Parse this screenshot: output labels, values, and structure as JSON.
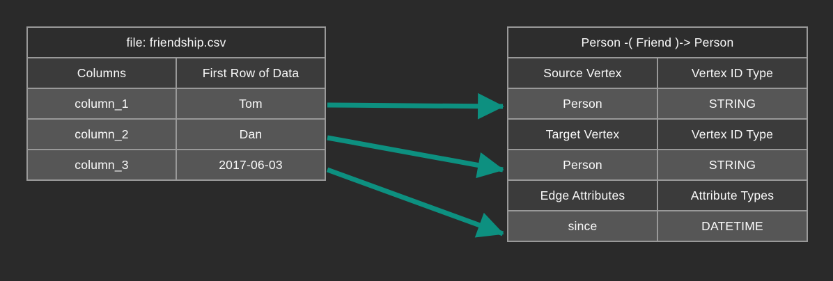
{
  "colors": {
    "background": "#2a2a2a",
    "title_row_bg": "#2d2d2d",
    "label_row_bg": "#3b3b3b",
    "data_row_bg": "#565656",
    "border": "#999999",
    "text": "#fafafa",
    "arrow": "#0d9080"
  },
  "file_table": {
    "title": "file: friendship.csv",
    "column_headers": [
      "Columns",
      "First Row of Data"
    ],
    "rows": [
      {
        "column": "column_1",
        "value": "Tom"
      },
      {
        "column": "column_2",
        "value": "Dan"
      },
      {
        "column": "column_3",
        "value": "2017-06-03"
      }
    ]
  },
  "edge_table": {
    "title": "Person -( Friend )-> Person",
    "rows": [
      {
        "kind": "label",
        "left": "Source Vertex",
        "right": "Vertex ID Type"
      },
      {
        "kind": "data",
        "left": "Person",
        "right": "STRING"
      },
      {
        "kind": "label",
        "left": "Target Vertex",
        "right": "Vertex ID Type"
      },
      {
        "kind": "data",
        "left": "Person",
        "right": "STRING"
      },
      {
        "kind": "label",
        "left": "Edge Attributes",
        "right": "Attribute Types"
      },
      {
        "kind": "data",
        "left": "since",
        "right": "DATETIME"
      }
    ]
  },
  "mappings": [
    {
      "from": "column_1",
      "to": "Source Vertex : Person (STRING)"
    },
    {
      "from": "column_2",
      "to": "Target Vertex : Person (STRING)"
    },
    {
      "from": "column_3",
      "to": "Edge Attribute : since (DATETIME)"
    }
  ]
}
